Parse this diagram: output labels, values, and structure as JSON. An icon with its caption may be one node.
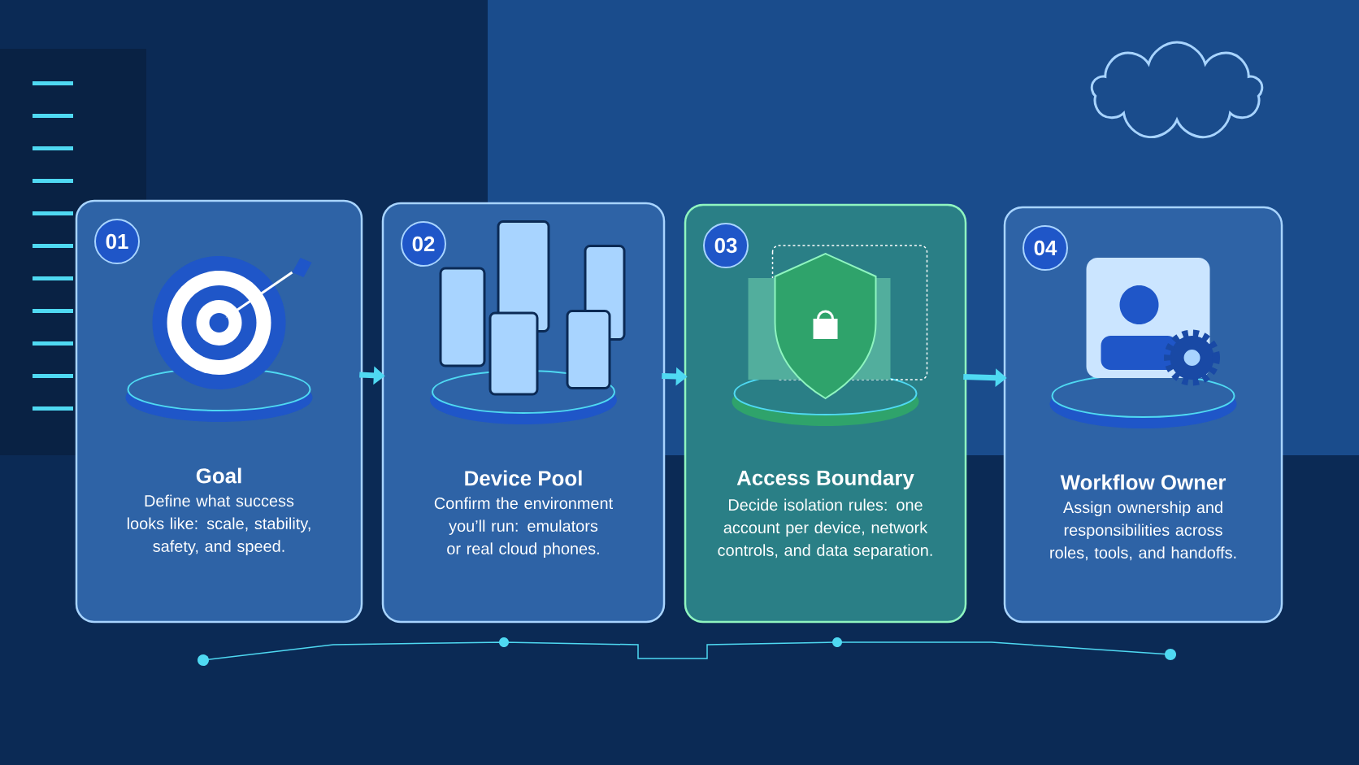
{
  "diagram": {
    "nodes": [
      {
        "text": [
          "01",
          "Goal",
          "Define what success looks like: scale, stability, safety, and speed."
        ]
      },
      {
        "text": [
          "02",
          "Device Pool",
          "Confirm the environment you’ll run: emulators or real cloud phones."
        ]
      },
      {
        "text": [
          "03",
          "Access Boundary",
          "Decide isolation rules: one account per device, network controls, and data separation."
        ]
      },
      {
        "text": [
          "04",
          "Workflow Owner",
          "Assign ownership and responsibilities across roles, tools, and handoffs."
        ]
      }
    ],
    "edges": [
      {
        "from": 0,
        "to": 1,
        "arrow": "to"
      },
      {
        "from": 1,
        "to": 2,
        "arrow": "to"
      },
      {
        "from": 2,
        "to": 3,
        "arrow": "to"
      }
    ]
  }
}
